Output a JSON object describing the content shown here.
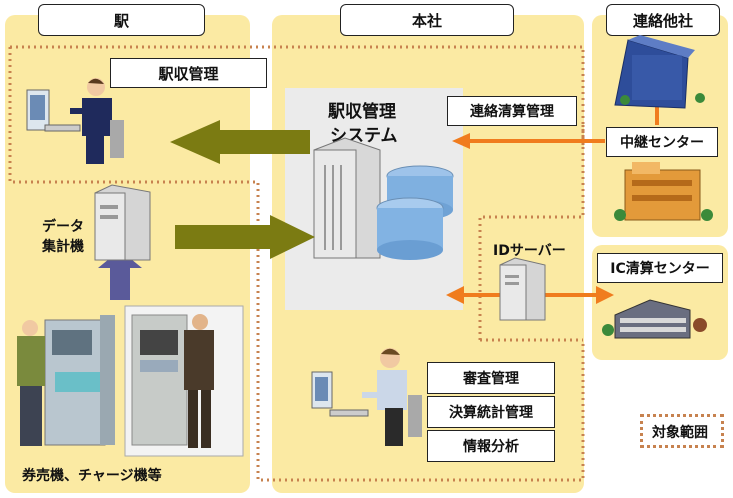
{
  "headers": {
    "station": "駅",
    "hq": "本社",
    "partner": "連絡他社"
  },
  "labels": {
    "station_mgmt": "駅収管理",
    "system_title_1": "駅収管理",
    "system_title_2": "システム",
    "renraku_seisan": "連絡清算管理",
    "relay_center": "中継センター",
    "data_collector_1": "データ",
    "data_collector_2": "集計機",
    "id_server": "IDサーバー",
    "ic_center": "IC清算センター",
    "audit": "審査管理",
    "settlement": "決算統計管理",
    "analysis": "情報分析",
    "ticket_machine": "券売機、チャージ機等",
    "legend": "対象範囲"
  },
  "colors": {
    "panel": "#fbeaa3",
    "olive_arrow": "#7b7b12",
    "orange_arrow": "#f07c1e",
    "blue_arrow": "#5a5a9a",
    "dotted": "#c7824f"
  }
}
